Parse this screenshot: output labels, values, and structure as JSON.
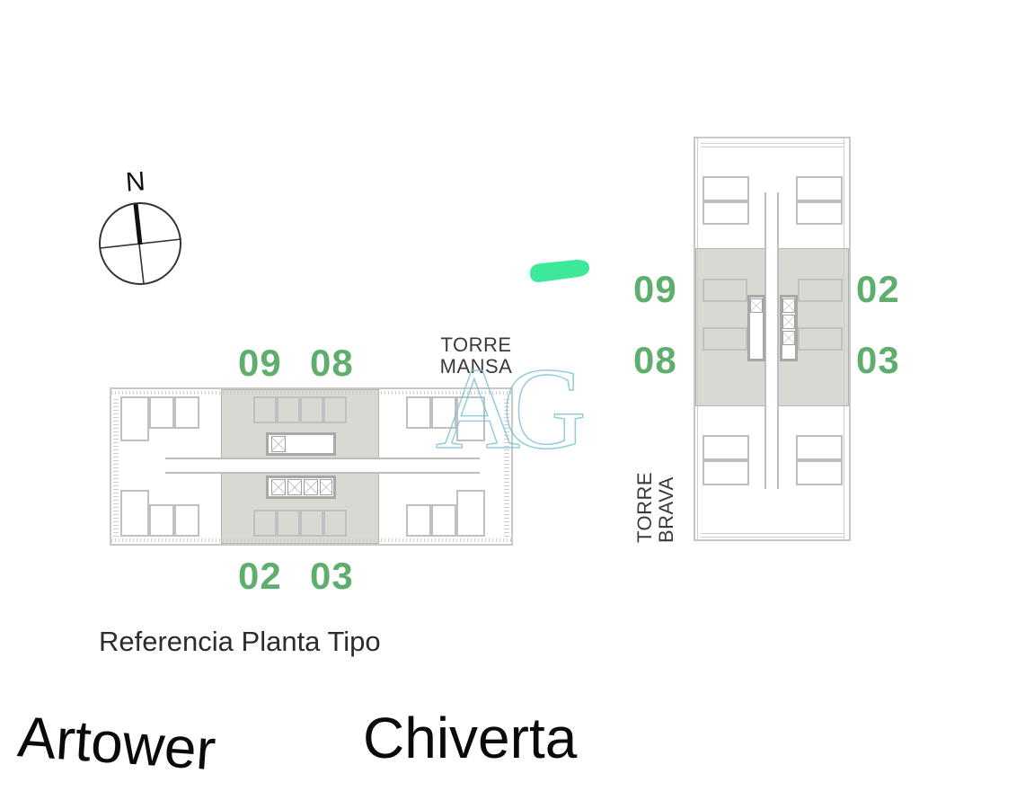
{
  "compass": {
    "label": "N",
    "icon": "compass-north-icon"
  },
  "marker": {
    "color": "#3de89a",
    "icon": "highlight-marker-icon"
  },
  "watermark": {
    "text": "AG",
    "color": "#7fc4d6"
  },
  "torre_mansa": {
    "label_line1": "TORRE",
    "label_line2": "MANSA",
    "units_top": [
      "09",
      "08"
    ],
    "units_bottom": [
      "02",
      "03"
    ]
  },
  "torre_brava": {
    "label_line1": "TORRE",
    "label_line2": "BRAVA",
    "units_left": [
      "09",
      "08"
    ],
    "units_right": [
      "02",
      "03"
    ]
  },
  "caption": "Referencia Planta Tipo",
  "brands": {
    "left": "Artower",
    "right": "Chiverta"
  },
  "colors": {
    "unit_green": "#5fae6d",
    "highlight_gray": "#cdcbc4",
    "plan_line": "#c0c0c0"
  }
}
